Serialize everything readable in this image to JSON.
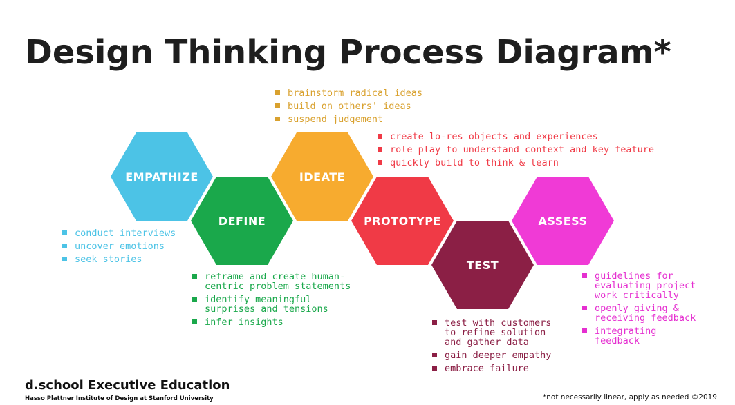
{
  "title": "Design Thinking Process Diagram*",
  "colors": {
    "empathize": "#4cc3e6",
    "define": "#1aa84b",
    "ideate": "#f7ab2f",
    "prototype": "#f03a46",
    "test": "#8b1f45",
    "assess": "#f03ad6"
  },
  "stages": [
    {
      "id": "empathize",
      "label": "EMPATHIZE",
      "bullets": [
        "conduct interviews",
        "uncover emotions",
        "seek stories"
      ]
    },
    {
      "id": "define",
      "label": "DEFINE",
      "bullets": [
        "reframe and create human-\ncentric problem statements",
        "identify meaningful\nsurprises and tensions",
        "infer insights"
      ]
    },
    {
      "id": "ideate",
      "label": "IDEATE",
      "bullets": [
        "brainstorm radical ideas",
        "build on others' ideas",
        "suspend judgement"
      ]
    },
    {
      "id": "prototype",
      "label": "PROTOTYPE",
      "bullets": [
        "create lo-res objects and experiences",
        "role play to understand context and key feature",
        "quickly build to think & learn"
      ]
    },
    {
      "id": "test",
      "label": "TEST",
      "bullets": [
        "test with customers\nto refine solution\nand gather data",
        "gain deeper empathy",
        "embrace failure"
      ]
    },
    {
      "id": "assess",
      "label": "ASSESS",
      "bullets": [
        "guidelines for\nevaluating project\nwork critically",
        "openly giving &\nreceiving feedback",
        "integrating\nfeedback"
      ]
    }
  ],
  "footer": {
    "brand": "d.school Executive Education",
    "subtitle": "Hasso Plattner Institute of Design at Stanford University",
    "note": "*not necessarily linear, apply as needed ©2019"
  }
}
